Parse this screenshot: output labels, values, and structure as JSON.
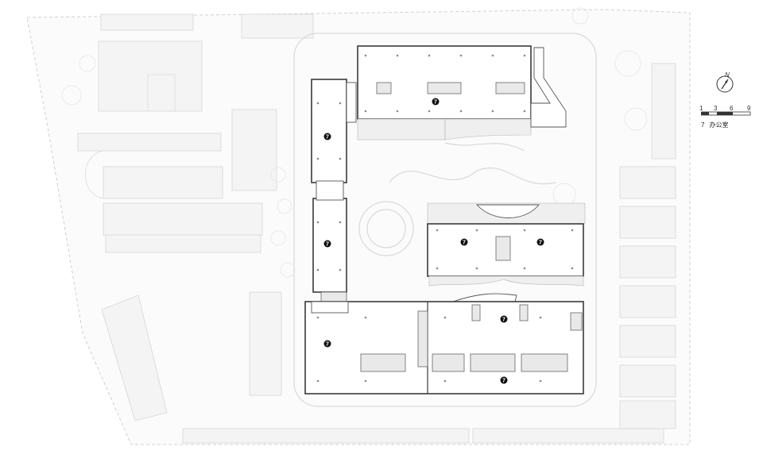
{
  "legend": {
    "north_label": "N",
    "scale_labels": [
      "1",
      "3",
      "6",
      "9"
    ],
    "room_number": "7",
    "room_name": "办公室"
  },
  "room_tags": [
    "7",
    "7",
    "7",
    "7",
    "7",
    "7",
    "7",
    "7"
  ],
  "colors": {
    "building_outline": "#3a3a3a",
    "context_gray": "#d6d6d6",
    "tag_fill": "#111111"
  }
}
